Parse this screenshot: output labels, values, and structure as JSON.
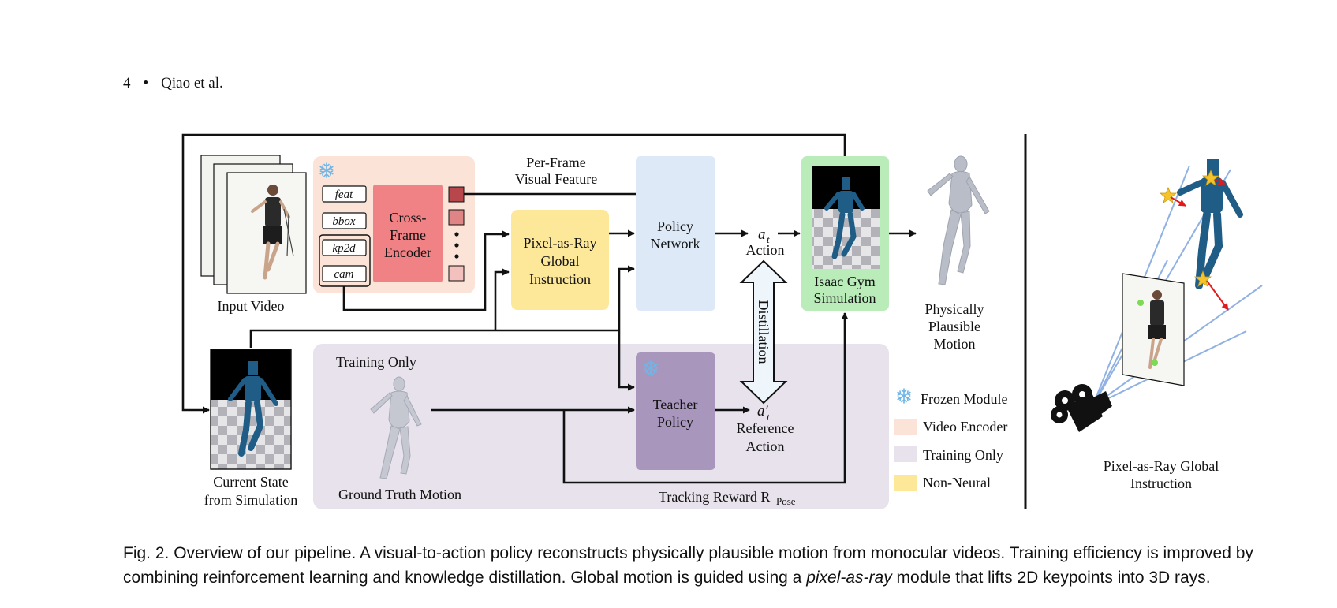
{
  "header": {
    "page_number": "4",
    "separator": "•",
    "authors": "Qiao et al."
  },
  "figure": {
    "input_video": "Input Video",
    "encoder_inputs": [
      "feat",
      "bbox",
      "kp2d",
      "cam"
    ],
    "cross_frame_encoder": [
      "Cross-",
      "Frame",
      "Encoder"
    ],
    "per_frame_feature": [
      "Per-Frame",
      "Visual Feature"
    ],
    "pixel_as_ray": [
      "Pixel-as-Ray",
      "Global",
      "Instruction"
    ],
    "policy_network": [
      "Policy",
      "Network"
    ],
    "action_symbol": "a",
    "action_sub": "t",
    "action_label": "Action",
    "isaac_gym": [
      "Isaac Gym",
      "Simulation"
    ],
    "physically_plausible": [
      "Physically",
      "Plausible",
      "Motion"
    ],
    "distillation": "Distillation",
    "ref_action_symbol": "a′",
    "ref_action_sub": "t",
    "reference_action": [
      "Reference",
      "Action"
    ],
    "teacher_policy": [
      "Teacher",
      "Policy"
    ],
    "training_only": "Training Only",
    "ground_truth_motion": "Ground Truth Motion",
    "tracking_reward": "Tracking Reward R",
    "tracking_reward_sub": "Pose",
    "current_state": [
      "Current State",
      "from Simulation"
    ],
    "legend": [
      {
        "label": "Frozen Module",
        "icon": "snowflake-icon"
      },
      {
        "label": "Video Encoder",
        "color": "#fbe3d8"
      },
      {
        "label": "Training Only",
        "color": "#e8e2ec"
      },
      {
        "label": "Non-Neural",
        "color": "#fde89a"
      }
    ],
    "right_panel_caption": [
      "Pixel-as-Ray Global",
      "Instruction"
    ]
  },
  "colors": {
    "video_encoder": "#fbe3d8",
    "cross_frame_encoder": "#f08286",
    "non_neural": "#fde89a",
    "policy_network": "#dde9f7",
    "simulation": "#b9ecb9",
    "training_only": "#e8e2ec",
    "teacher_policy": "#a996bd",
    "feature_dark": "#b8474c",
    "feature_mid": "#df8585",
    "feature_light": "#f3c1bd",
    "ray": "#8fb1e3",
    "arrow_red": "#e31a1c",
    "star": "#f5c32c",
    "robot": "#1f5c86"
  },
  "caption": {
    "prefix": "Fig. 2.  Overview of our pipeline. A visual-to-action policy reconstructs physically plausible motion from monocular videos. Training efficiency is improved by combining reinforcement learning and knowledge distillation. Global motion is guided using a ",
    "emph": "pixel-as-ray",
    "suffix": " module that lifts 2D keypoints into 3D rays."
  }
}
